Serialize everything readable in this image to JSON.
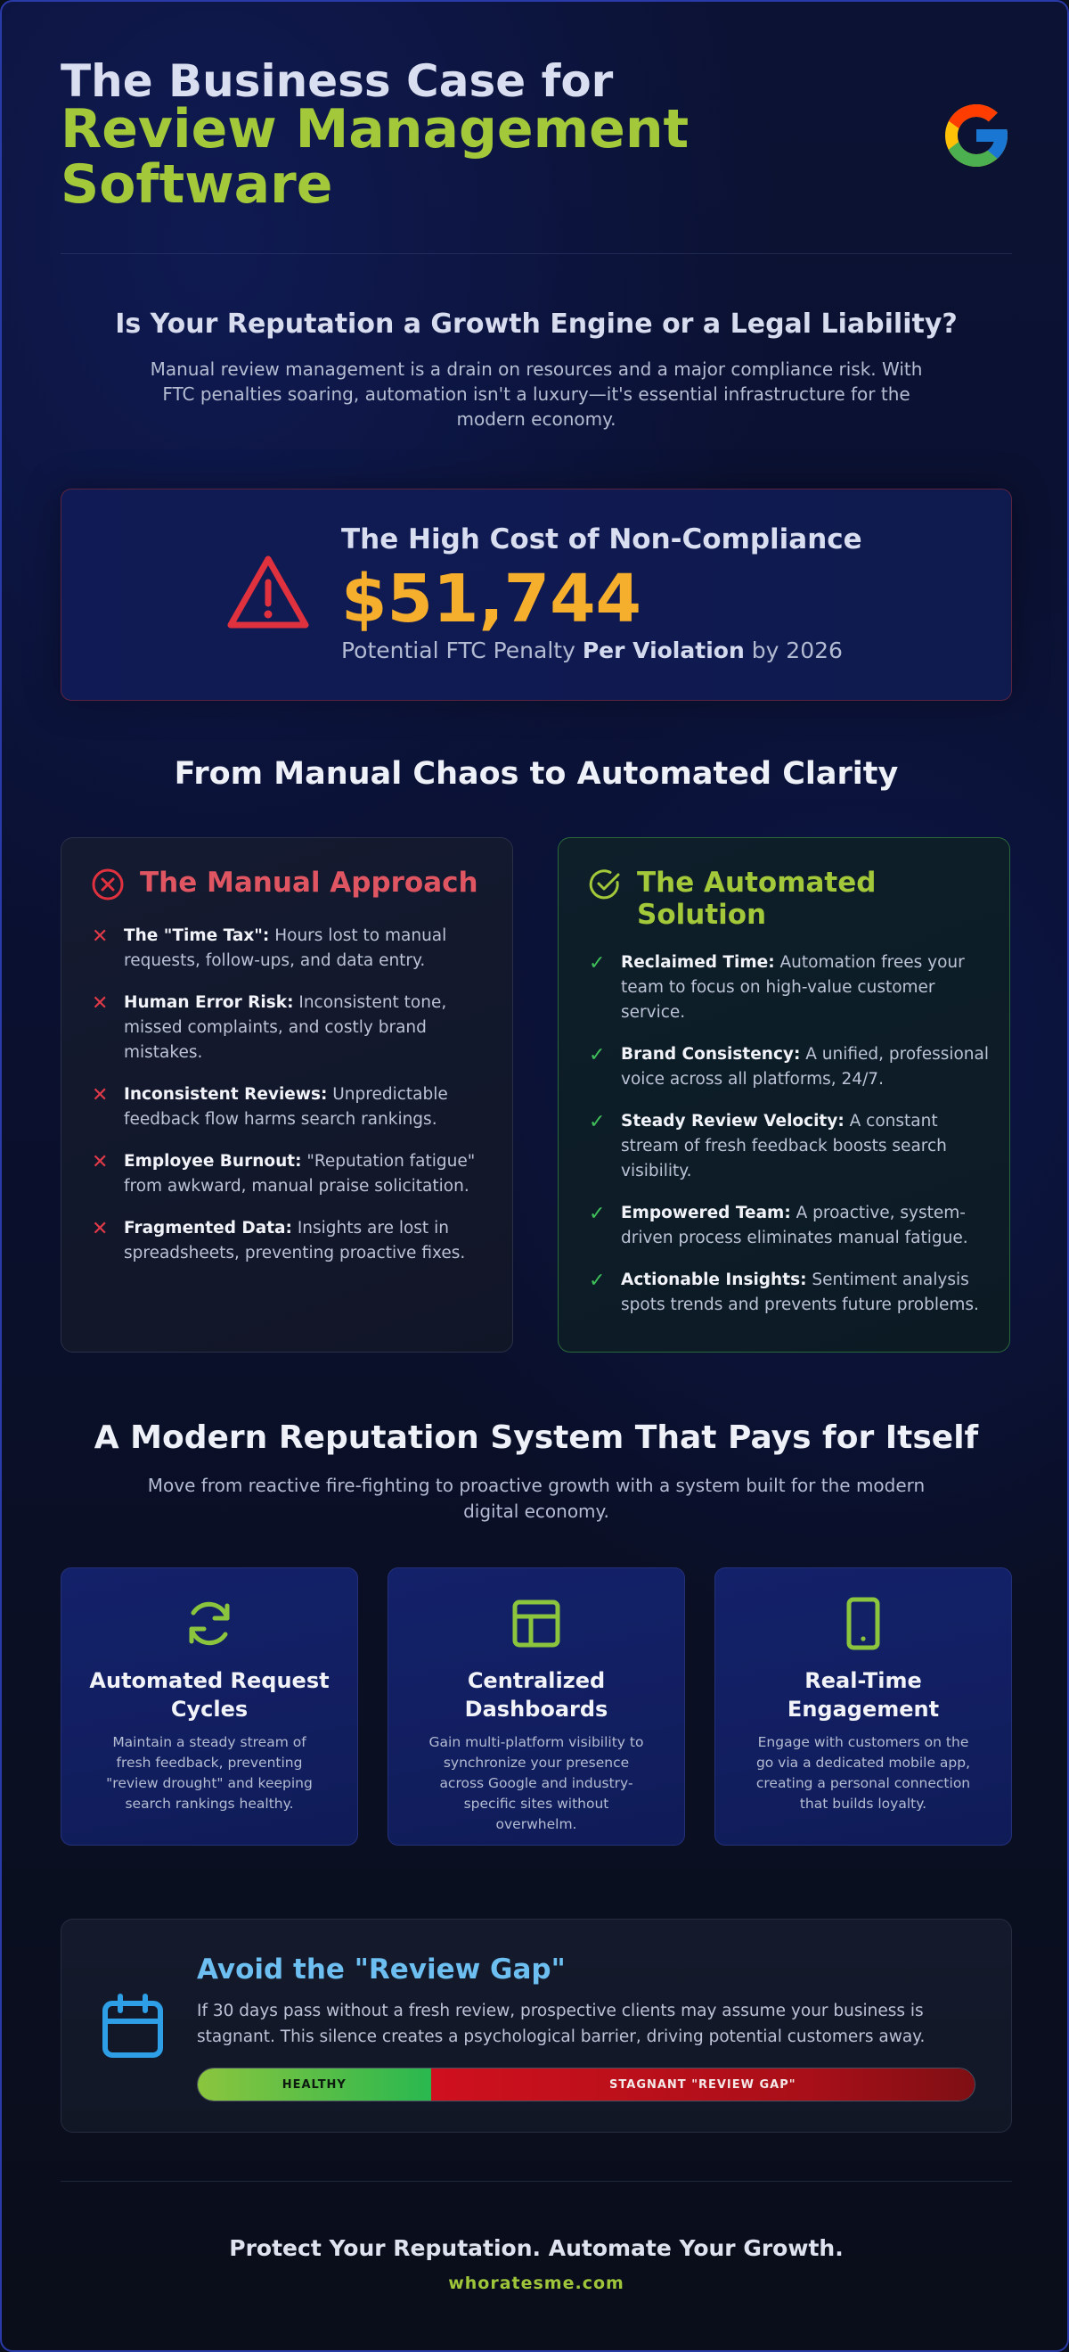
{
  "header": {
    "title_line1": "The Business Case for",
    "title_line2": "Review Management Software",
    "logo_icon": "google-g-icon"
  },
  "intro": {
    "heading": "Is Your Reputation a Growth Engine or a Legal Liability?",
    "text": "Manual review management is a drain on resources and a major compliance risk. With FTC penalties soaring, automation isn't a luxury—it's essential infrastructure for the modern economy."
  },
  "penalty": {
    "heading": "The High Cost of Non-Compliance",
    "amount": "$51,744",
    "sub_prefix": "Potential FTC Penalty ",
    "sub_bold": "Per Violation",
    "sub_suffix": " by 2026",
    "icon": "warning-triangle-icon"
  },
  "comparison": {
    "heading": "From Manual Chaos to Automated Clarity",
    "manual": {
      "title": "The Manual Approach",
      "items": [
        {
          "label": "The \"Time Tax\":",
          "text": " Hours lost to manual requests, follow-ups, and data entry."
        },
        {
          "label": "Human Error Risk:",
          "text": " Inconsistent tone, missed complaints, and costly brand mistakes."
        },
        {
          "label": "Inconsistent Reviews:",
          "text": " Unpredictable feedback flow harms search rankings."
        },
        {
          "label": "Employee Burnout:",
          "text": " \"Reputation fatigue\" from awkward, manual praise solicitation."
        },
        {
          "label": "Fragmented Data:",
          "text": " Insights are lost in spreadsheets, preventing proactive fixes."
        }
      ]
    },
    "automated": {
      "title": "The Automated Solution",
      "items": [
        {
          "label": "Reclaimed Time:",
          "text": " Automation frees your team to focus on high-value customer service."
        },
        {
          "label": "Brand Consistency:",
          "text": " A unified, professional voice across all platforms, 24/7."
        },
        {
          "label": "Steady Review Velocity:",
          "text": " A constant stream of fresh feedback boosts search visibility."
        },
        {
          "label": "Empowered Team:",
          "text": " A proactive, system-driven process eliminates manual fatigue."
        },
        {
          "label": "Actionable Insights:",
          "text": " Sentiment analysis spots trends and prevents future problems."
        }
      ]
    },
    "colors": {
      "manual": "#e05562",
      "automated": "#a3c93a"
    }
  },
  "system": {
    "heading": "A Modern Reputation System That Pays for Itself",
    "subtext": "Move from reactive fire-fighting to proactive growth with a system built for the modern digital economy.",
    "features": [
      {
        "icon": "refresh-cycle-icon",
        "title": "Automated Request Cycles",
        "desc": "Maintain a steady stream of fresh feedback, preventing \"review drought\" and keeping search rankings healthy."
      },
      {
        "icon": "dashboard-layout-icon",
        "title": "Centralized Dashboards",
        "desc": "Gain multi-platform visibility to synchronize your presence across Google and industry-specific sites without overwhelm."
      },
      {
        "icon": "mobile-phone-icon",
        "title": "Real-Time Engagement",
        "desc": "Engage with customers on the go via a dedicated mobile app, creating a personal connection that builds loyalty."
      }
    ]
  },
  "review_gap": {
    "title": "Avoid the \"Review Gap\"",
    "text": "If 30 days pass without a fresh review, prospective clients may assume your business is stagnant. This silence creates a psychological barrier, driving potential customers away.",
    "bar_healthy_label": "HEALTHY",
    "bar_stagnant_label": "STAGNANT \"REVIEW GAP\"",
    "healthy_fraction": 0.3,
    "icon": "calendar-icon"
  },
  "footer": {
    "tagline": "Protect Your Reputation. Automate Your Growth.",
    "site": "whoratesme.com"
  }
}
